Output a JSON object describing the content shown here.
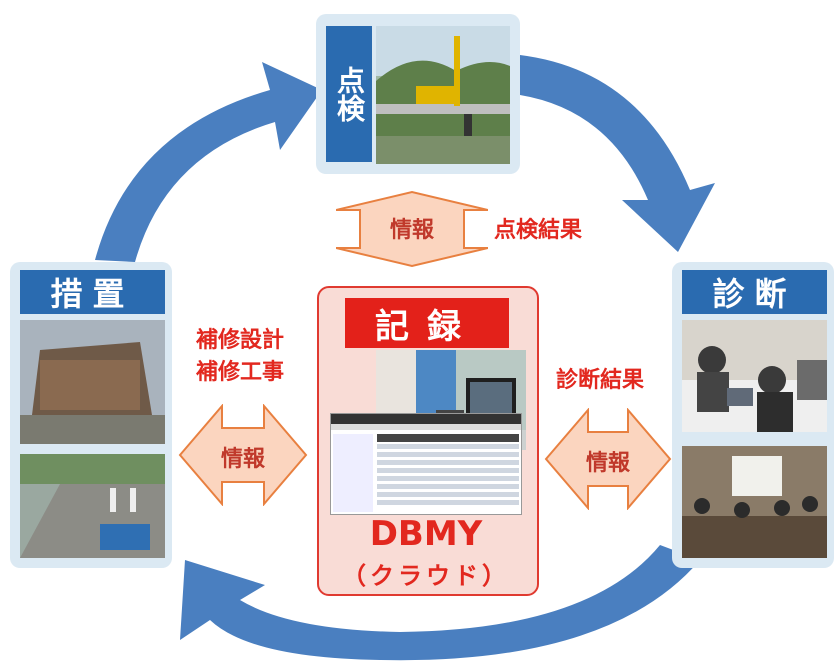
{
  "nodes": {
    "inspection": {
      "title": "点検"
    },
    "diagnosis": {
      "title": "診断"
    },
    "measures": {
      "title": "措置"
    },
    "record": {
      "title": "記録",
      "system": "DBMY",
      "subtitle": "（クラウド）"
    }
  },
  "labels": {
    "inspection_result": "点検結果",
    "diagnosis_result": "診断結果",
    "repair_design": "補修設計",
    "repair_work": "補修工事",
    "info_top": "情報",
    "info_left": "情報",
    "info_right": "情報"
  },
  "colors": {
    "arrow_blue": "#4a7fc0",
    "title_blue": "#2a6bb0",
    "record_red": "#e3211a",
    "info_fill": "#fbd5bf"
  }
}
